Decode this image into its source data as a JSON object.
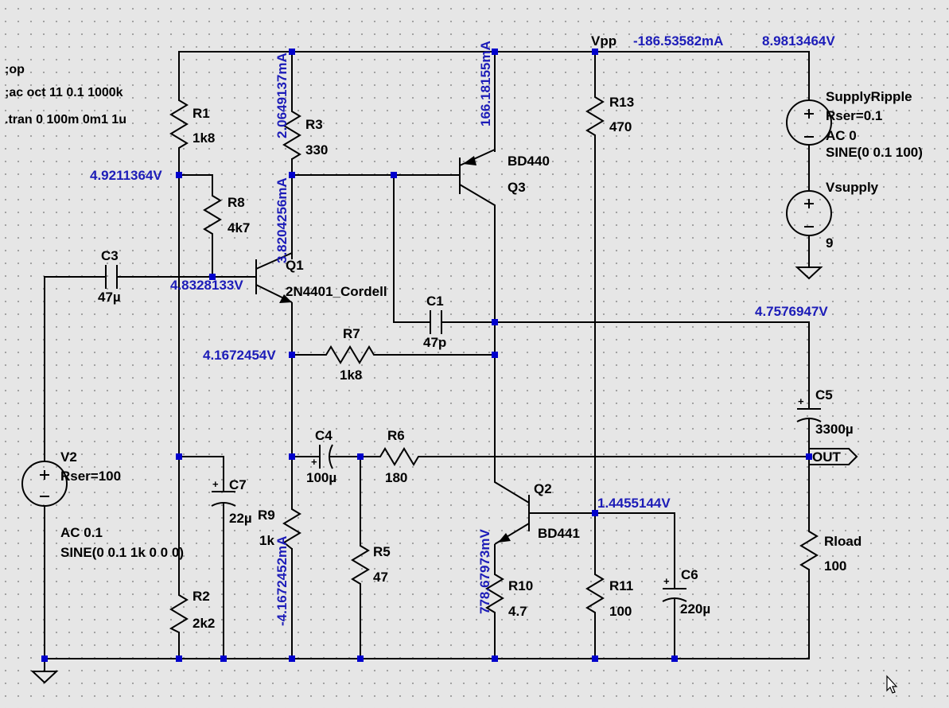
{
  "directives": [
    ";op",
    ";ac oct 11 0.1 1000k",
    ".tran 0 100m 0m1 1u"
  ],
  "components": {
    "R1": {
      "name": "R1",
      "value": "1k8"
    },
    "R2": {
      "name": "R2",
      "value": "2k2"
    },
    "R3": {
      "name": "R3",
      "value": "330"
    },
    "R5": {
      "name": "R5",
      "value": "47"
    },
    "R6": {
      "name": "R6",
      "value": "180"
    },
    "R7": {
      "name": "R7",
      "value": "1k8"
    },
    "R8": {
      "name": "R8",
      "value": "4k7"
    },
    "R9": {
      "name": "R9",
      "value": "1k"
    },
    "R10": {
      "name": "R10",
      "value": "4.7"
    },
    "R11": {
      "name": "R11",
      "value": "100"
    },
    "R13": {
      "name": "R13",
      "value": "470"
    },
    "Rload": {
      "name": "Rload",
      "value": "100"
    },
    "C1": {
      "name": "C1",
      "value": "47p"
    },
    "C3": {
      "name": "C3",
      "value": "47µ"
    },
    "C4": {
      "name": "C4",
      "value": "100µ"
    },
    "C5": {
      "name": "C5",
      "value": "3300µ"
    },
    "C6": {
      "name": "C6",
      "value": "220µ"
    },
    "C7": {
      "name": "C7",
      "value": "22µ"
    },
    "Q1": {
      "name": "Q1",
      "model": "2N4401_Cordell"
    },
    "Q2": {
      "name": "Q2",
      "model": "BD441"
    },
    "Q3": {
      "name": "Q3",
      "model": "BD440"
    },
    "V2": {
      "name": "V2",
      "params": [
        "Rser=100",
        "AC 0.1",
        "SINE(0 0.1 1k 0 0 0)"
      ]
    },
    "SupplyRipple": {
      "name": "SupplyRipple",
      "params": [
        "Rser=0.1",
        "AC 0",
        "SINE(0 0.1 100)"
      ]
    },
    "Vsupply": {
      "name": "Vsupply",
      "value": "9"
    }
  },
  "labels": {
    "vpp": "Vpp",
    "out": "OUT"
  },
  "op_point": {
    "vpp_current": "-186.53582mA",
    "vpp_voltage": "8.9813464V",
    "r1_node": "4.9211364V",
    "q1_base": "4.8328133V",
    "q1_emitter": "4.1672454V",
    "out_dc": "4.7576947V",
    "q2_base": "1.4455144V",
    "r3_current": "2.0649137mA",
    "q1_collector_current": "3.8204256mA",
    "q3_current": "166.18155mA",
    "r9_current": "-4.1672452mA",
    "r10_voltage": "778.67973mV"
  },
  "colors": {
    "wire": "#000000",
    "op_text": "#1c1cb8",
    "junction": "#0000cc",
    "background": "#e6e6e6"
  }
}
